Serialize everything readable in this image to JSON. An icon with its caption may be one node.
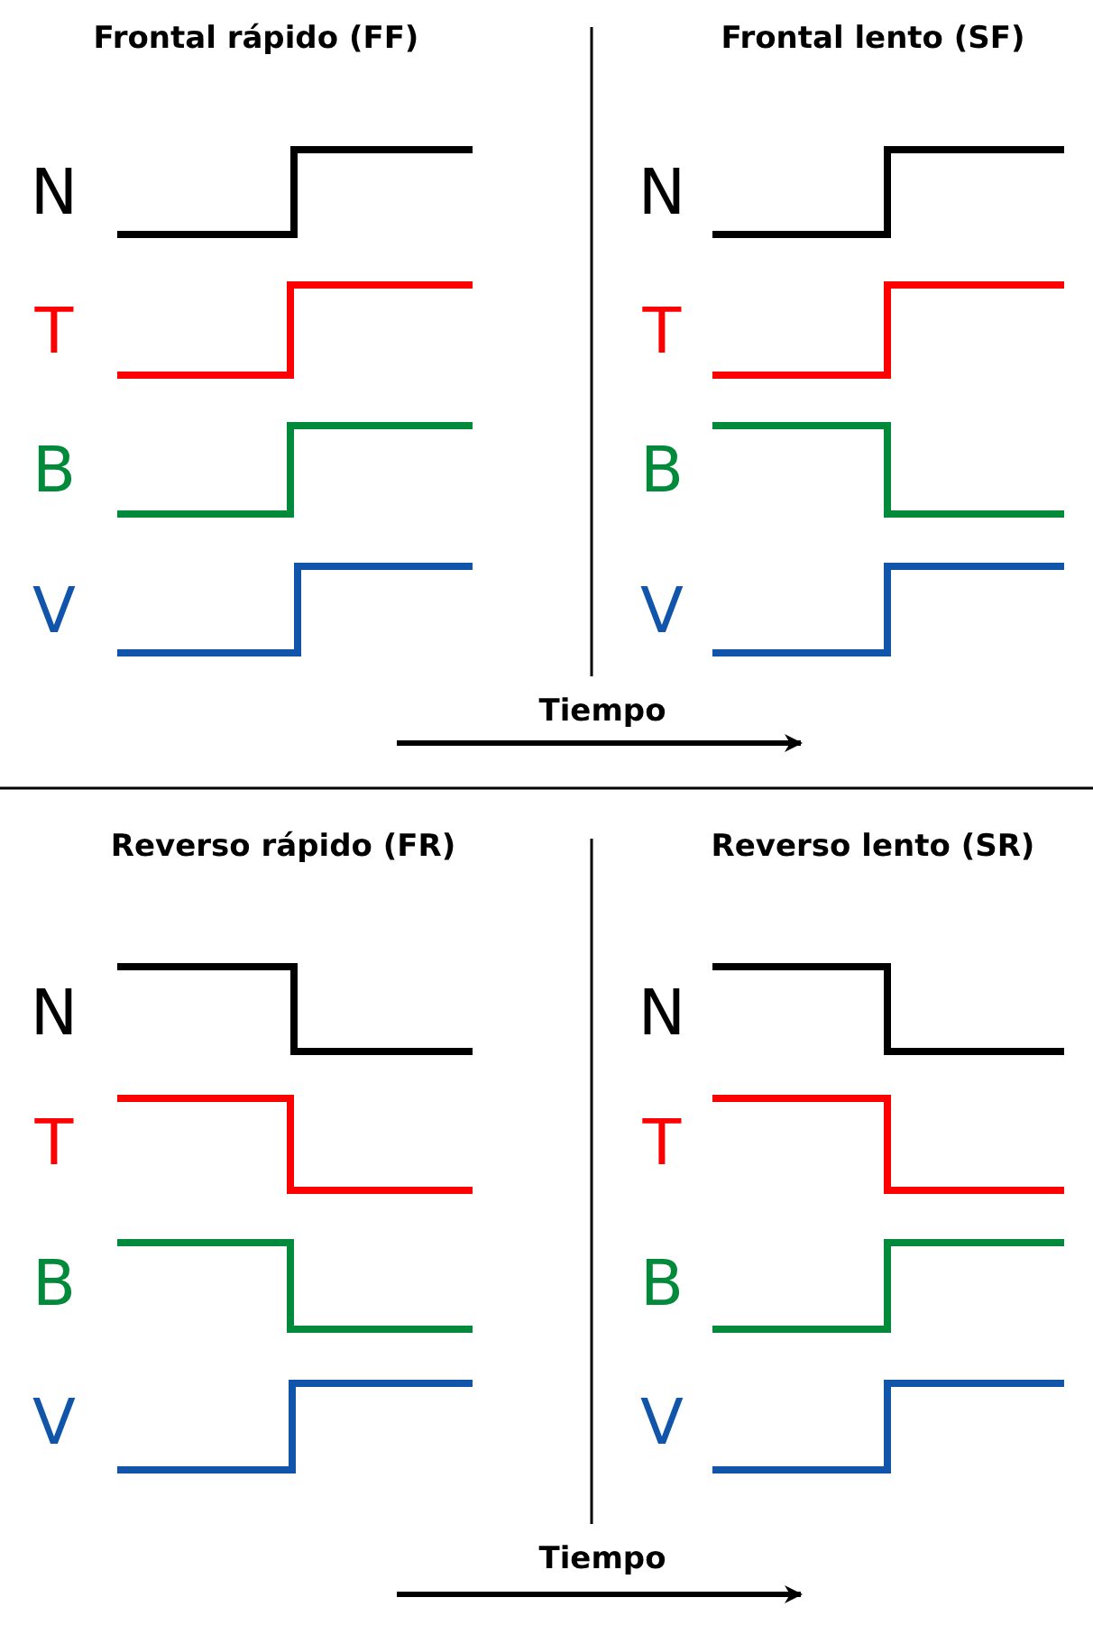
{
  "diagram": {
    "labels": [
      "Frontal rápido (FF)",
      "Frontal lento (SF)",
      "N",
      "N",
      "T",
      "T",
      "B",
      "B",
      "V",
      "V",
      "Tiempo",
      "Reverso rápido (FR)",
      "Reverso lento (SR)",
      "N",
      "N",
      "T",
      "T",
      "B",
      "B",
      "V",
      "V",
      "Tiempo"
    ]
  }
}
